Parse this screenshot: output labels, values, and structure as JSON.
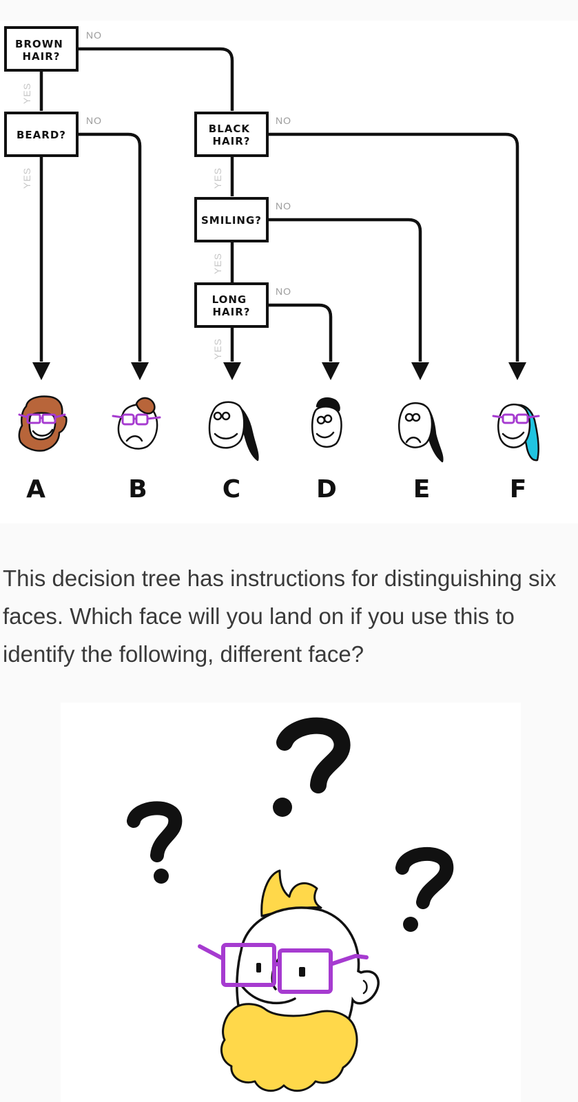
{
  "tree": {
    "nodes": {
      "brown_hair": [
        "BROWN",
        "HAIR?"
      ],
      "beard": [
        "BEARD?"
      ],
      "black_hair": [
        "BLACK",
        "HAIR?"
      ],
      "smiling": [
        "SMILING?"
      ],
      "long_hair": [
        "LONG",
        "HAIR?"
      ]
    },
    "edge_no": "NO",
    "edge_yes": "YES",
    "leaves": [
      "A",
      "B",
      "C",
      "D",
      "E",
      "F"
    ]
  },
  "faces": [
    {
      "leaf": "A",
      "hair": "brown",
      "beard": true,
      "glasses": true,
      "smiling": true,
      "long_hair": false
    },
    {
      "leaf": "B",
      "hair": "brown",
      "beard": false,
      "glasses": true,
      "smiling": false,
      "long_hair": false
    },
    {
      "leaf": "C",
      "hair": "black",
      "beard": false,
      "glasses": false,
      "smiling": true,
      "long_hair": true
    },
    {
      "leaf": "D",
      "hair": "black",
      "beard": false,
      "glasses": false,
      "smiling": true,
      "long_hair": false
    },
    {
      "leaf": "E",
      "hair": "black",
      "beard": false,
      "glasses": false,
      "smiling": false,
      "long_hair": true
    },
    {
      "leaf": "F",
      "hair": "blue",
      "beard": false,
      "glasses": true,
      "smiling": true,
      "long_hair": true
    }
  ],
  "question": "This decision tree has instructions for distinguishing six faces. Which face will you land on if you use this to identify the following, different face?",
  "mystery_face": {
    "hair": "blonde",
    "beard": true,
    "glasses": true
  },
  "colors": {
    "brown": "#b8653a",
    "blue": "#20c4e0",
    "blonde": "#ffd84a",
    "glasses": "#a63bd0",
    "black": "#111111"
  }
}
